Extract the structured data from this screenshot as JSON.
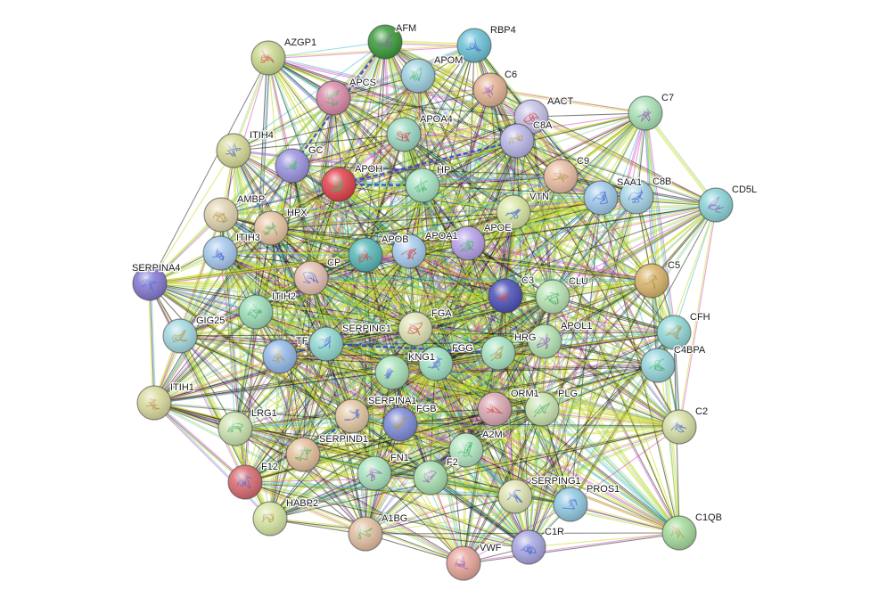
{
  "network": {
    "nodes": [
      {
        "id": "AFM",
        "label": "AFM",
        "color": "#3a9a3a"
      },
      {
        "id": "RBP4",
        "label": "RBP4",
        "color": "#6ac1d6"
      },
      {
        "id": "AZGP1",
        "label": "AZGP1",
        "color": "#c9d98e"
      },
      {
        "id": "APOM",
        "label": "APOM",
        "color": "#9fd0e0"
      },
      {
        "id": "APCS",
        "label": "APCS",
        "color": "#d98aa8"
      },
      {
        "id": "C6",
        "label": "C6",
        "color": "#e3b394"
      },
      {
        "id": "AACT",
        "label": "AACT",
        "color": "#c5c0e6"
      },
      {
        "id": "C7",
        "label": "C7",
        "color": "#a7e0b5"
      },
      {
        "id": "APOA4",
        "label": "APOA4",
        "color": "#9ad9c4"
      },
      {
        "id": "C8A",
        "label": "C8A",
        "color": "#b9b6e8"
      },
      {
        "id": "ITIH4",
        "label": "ITIH4",
        "color": "#d7da96"
      },
      {
        "id": "GC",
        "label": "GC",
        "color": "#9a92e0"
      },
      {
        "id": "APOH",
        "label": "APOH",
        "color": "#e2414c"
      },
      {
        "id": "HP",
        "label": "HP",
        "color": "#a6e3c1"
      },
      {
        "id": "C9",
        "label": "C9",
        "color": "#e9bca2"
      },
      {
        "id": "SAA1",
        "label": "SAA1",
        "color": "#9ec9ea"
      },
      {
        "id": "C8B",
        "label": "C8B",
        "color": "#a6d4e6"
      },
      {
        "id": "CD5L",
        "label": "CD5L",
        "color": "#8ad3d8"
      },
      {
        "id": "VTN",
        "label": "VTN",
        "color": "#d8e6a4"
      },
      {
        "id": "AMBP",
        "label": "AMBP",
        "color": "#e0d4b0"
      },
      {
        "id": "HPX",
        "label": "HPX",
        "color": "#e8c4a2"
      },
      {
        "id": "APOE",
        "label": "APOE",
        "color": "#b69fe8"
      },
      {
        "id": "ITIH3",
        "label": "ITIH3",
        "color": "#a6c8ec"
      },
      {
        "id": "APOB",
        "label": "APOB",
        "color": "#57b7b8"
      },
      {
        "id": "APOA1",
        "label": "APOA1",
        "color": "#a6cbed"
      },
      {
        "id": "SERPINA4",
        "label": "SERPINA4",
        "color": "#8278d2"
      },
      {
        "id": "CP",
        "label": "CP",
        "color": "#e5bfb2"
      },
      {
        "id": "C5",
        "label": "C5",
        "color": "#d9b46a"
      },
      {
        "id": "C3",
        "label": "C3",
        "color": "#4b4fb8"
      },
      {
        "id": "CLU",
        "label": "CLU",
        "color": "#b8e4b4"
      },
      {
        "id": "ITIH2",
        "label": "ITIH2",
        "color": "#9bdcb8"
      },
      {
        "id": "GIG25",
        "label": "GIG25",
        "color": "#a3d9e0"
      },
      {
        "id": "FGA",
        "label": "FGA",
        "color": "#dee3b6"
      },
      {
        "id": "SERPINC1",
        "label": "SERPINC1",
        "color": "#8fd8cf"
      },
      {
        "id": "CFH",
        "label": "CFH",
        "color": "#8fd7d6"
      },
      {
        "id": "APOL1",
        "label": "APOL1",
        "color": "#b3e3b2"
      },
      {
        "id": "HRG",
        "label": "HRG",
        "color": "#a6e3c2"
      },
      {
        "id": "C4BPA",
        "label": "C4BPA",
        "color": "#96d6dc"
      },
      {
        "id": "TF",
        "label": "TF",
        "color": "#93b9e8"
      },
      {
        "id": "FGG",
        "label": "FGG",
        "color": "#9ee0c2"
      },
      {
        "id": "KNG1",
        "label": "KNG1",
        "color": "#a8e0b8"
      },
      {
        "id": "ITIH1",
        "label": "ITIH1",
        "color": "#d9da9c"
      },
      {
        "id": "SERPINA1",
        "label": "SERPINA1",
        "color": "#e3c8a4"
      },
      {
        "id": "ORM1",
        "label": "ORM1",
        "color": "#d9a7b2"
      },
      {
        "id": "PLG",
        "label": "PLG",
        "color": "#c8e4b0"
      },
      {
        "id": "LRG1",
        "label": "LRG1",
        "color": "#cde3b0"
      },
      {
        "id": "FGB",
        "label": "FGB",
        "color": "#7b8ad6"
      },
      {
        "id": "SERPIND1",
        "label": "SERPIND1",
        "color": "#e3bf9a"
      },
      {
        "id": "C2",
        "label": "C2",
        "color": "#d6dfa6"
      },
      {
        "id": "A2M",
        "label": "A2M",
        "color": "#b3e6c2"
      },
      {
        "id": "F12",
        "label": "F12",
        "color": "#d86a70"
      },
      {
        "id": "FN1",
        "label": "FN1",
        "color": "#a9e3bf"
      },
      {
        "id": "F2",
        "label": "F2",
        "color": "#a8dfb0"
      },
      {
        "id": "SERPING1",
        "label": "SERPING1",
        "color": "#dfe4b2"
      },
      {
        "id": "PROS1",
        "label": "PROS1",
        "color": "#90c9e2"
      },
      {
        "id": "HABP2",
        "label": "HABP2",
        "color": "#d6e6a4"
      },
      {
        "id": "C1QB",
        "label": "C1QB",
        "color": "#a4db9a"
      },
      {
        "id": "A1BG",
        "label": "A1BG",
        "color": "#e3bfa0"
      },
      {
        "id": "C1R",
        "label": "C1R",
        "color": "#a7a6e2"
      },
      {
        "id": "VWF",
        "label": "VWF",
        "color": "#e7a59a"
      }
    ],
    "edge_colors": {
      "textmining": "#c6d81b",
      "coexpression": "#1a1a1a",
      "experiments": "#cc2fb8",
      "databases": "#3bb8c9",
      "homology": "#2f3fcf",
      "neighborhood": "#48b848"
    }
  }
}
